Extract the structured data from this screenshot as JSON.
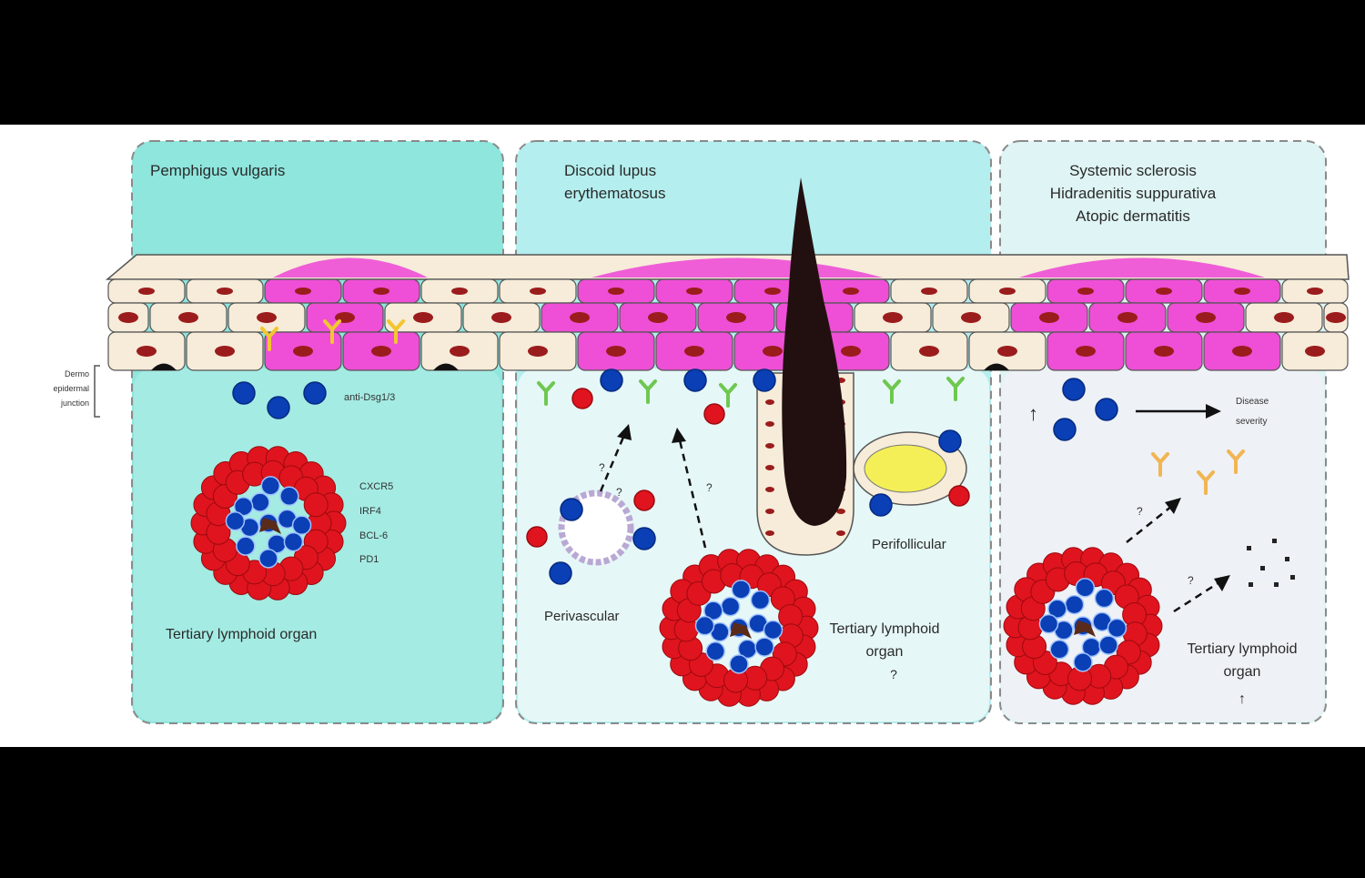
{
  "panels": [
    {
      "title_lines": [
        "Pemphigus vulgaris"
      ]
    },
    {
      "title_lines": [
        "Discoid lupus",
        "erythematosus"
      ]
    },
    {
      "title_lines": [
        "Systemic sclerosis",
        "Hidradenitis suppurativa",
        "Atopic dermatitis"
      ]
    }
  ],
  "junction_label": [
    "Dermo",
    "epidermal",
    "junction"
  ],
  "panel1": {
    "antibody_label": "anti-Dsg1/3",
    "markers": [
      "CXCR5",
      "IRF4",
      "BCL-6",
      "PD1"
    ],
    "tlo_label": "Tertiary lymphoid organ"
  },
  "panel2": {
    "arrow_labels": [
      "?",
      "?",
      "?"
    ],
    "perivascular_label": "Perivascular",
    "perifollicular_label": "Perifollicular",
    "tlo_label_lines": [
      "Tertiary lymphoid",
      "organ",
      "?"
    ]
  },
  "panel3": {
    "up_arrow": "↑",
    "severity_label": [
      "Disease",
      "severity"
    ],
    "arrow_labels": [
      "?",
      "?"
    ],
    "tlo_label_lines": [
      "Tertiary lymphoid",
      "organ",
      "↑"
    ]
  },
  "colors": {
    "panel1_bg": "#8ee6dd",
    "panel2_bg": "#b4eeee",
    "panel3_bg": "#dff4f4",
    "dermis_bg": "#f3fbfb",
    "cell_cream": "#f6ecd9",
    "cell_pink": "#ee4fd6",
    "nucleus": "#9b1c1c",
    "tcell_red": "#e0141e",
    "bcell_blue": "#0a3fb5",
    "hair": "#221010",
    "sebaceous": "#f4ef57"
  }
}
